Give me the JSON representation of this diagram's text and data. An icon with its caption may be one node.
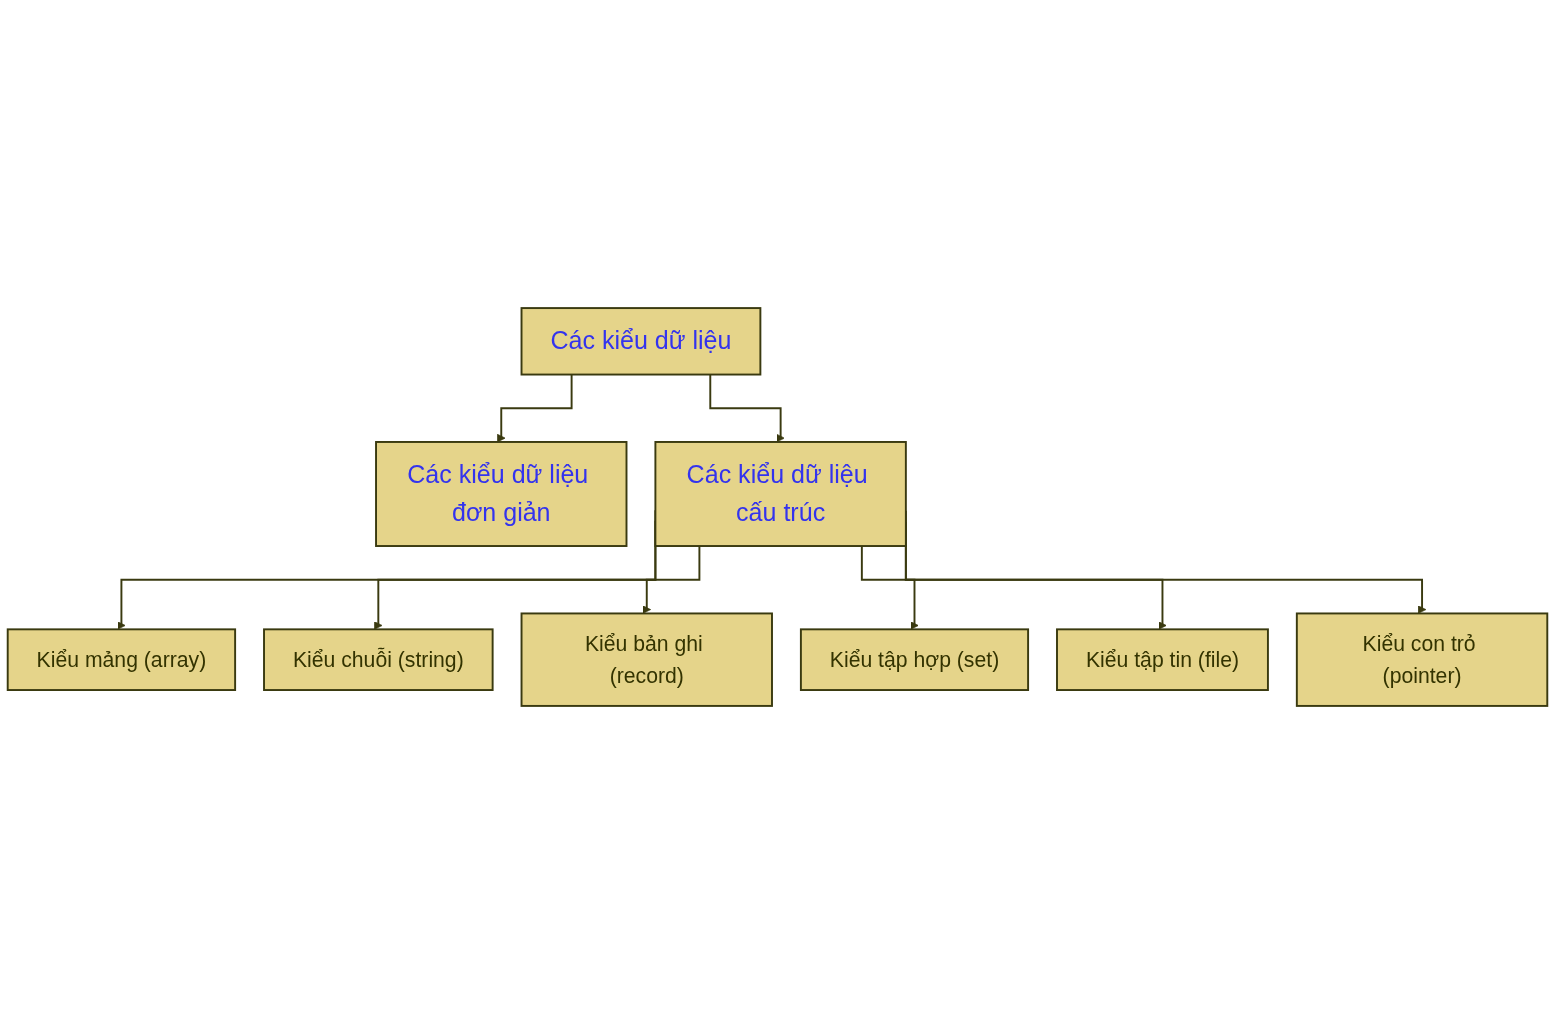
{
  "diagram": {
    "nodes": [
      {
        "text": [
          "Các kiểu dữ liệu"
        ]
      },
      {
        "text": [
          "Các kiểu dữ liệu đơn giản"
        ]
      },
      {
        "text": [
          "Các kiểu dữ liệu cấu trúc"
        ]
      },
      {
        "text": [
          "Kiểu mảng (array)"
        ]
      },
      {
        "text": [
          "Kiểu chuỗi (string)"
        ]
      },
      {
        "text": [
          "Kiểu bản ghi (record)"
        ]
      },
      {
        "text": [
          "Kiểu tập hợp (set)"
        ]
      },
      {
        "text": [
          "Kiểu tập tin (file)"
        ]
      },
      {
        "text": [
          "Kiểu con trỏ (pointer)"
        ]
      }
    ],
    "edges": [
      {
        "from": 0,
        "to": 1,
        "arrow": "to"
      },
      {
        "from": 0,
        "to": 2,
        "arrow": "to"
      },
      {
        "from": 2,
        "to": 3,
        "arrow": "to"
      },
      {
        "from": 2,
        "to": 4,
        "arrow": "to"
      },
      {
        "from": 2,
        "to": 5,
        "arrow": "to"
      },
      {
        "from": 2,
        "to": 6,
        "arrow": "to"
      },
      {
        "from": 2,
        "to": 7,
        "arrow": "to"
      },
      {
        "from": 2,
        "to": 8,
        "arrow": "to"
      }
    ]
  }
}
